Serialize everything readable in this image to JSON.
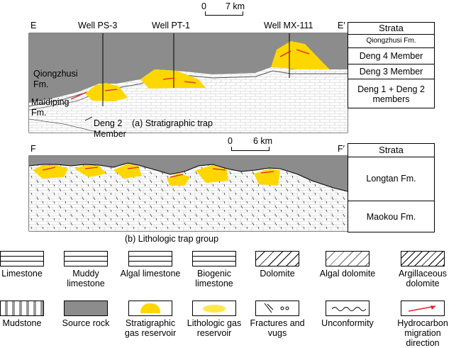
{
  "top_section": {
    "scale_zero": "0",
    "scale_label": "7 km",
    "left_end": "E",
    "right_end": "E′",
    "wells": [
      "Well PS-3",
      "Well PT-1",
      "Well MX-111"
    ],
    "formation_labels": [
      "Qiongzhusi",
      "Fm.",
      "Maidiping",
      "Fm.",
      "Deng 2",
      "Member"
    ],
    "caption": "(a) Stratigraphic trap",
    "strata_header": "Strata",
    "strata": [
      "Qiongzhusi Fm.",
      "Deng 4 Member",
      "Deng 3 Member",
      "Deng 1 + Deng 2 members"
    ]
  },
  "bottom_section": {
    "scale_zero": "0",
    "scale_label": "6 km",
    "left_end": "F",
    "right_end": "F′",
    "caption": "(b) Lithologic trap group",
    "strata_header": "Strata",
    "strata": [
      "Longtan Fm.",
      "Maokou Fm."
    ]
  },
  "legend": [
    {
      "label": "Limestone",
      "icon": "limestone-icon"
    },
    {
      "label": "Muddy limestone",
      "icon": "muddy-limestone-icon"
    },
    {
      "label": "Algal limestone",
      "icon": "algal-limestone-icon"
    },
    {
      "label": "Biogenic limestone",
      "icon": "biogenic-limestone-icon"
    },
    {
      "label": "Dolomite",
      "icon": "dolomite-icon"
    },
    {
      "label": "Algal dolomite",
      "icon": "algal-dolomite-icon"
    },
    {
      "label": "Argillaceous dolomite",
      "icon": "argillaceous-dolomite-icon"
    },
    {
      "label": "Mudstone",
      "icon": "mudstone-icon"
    },
    {
      "label": "Source rock",
      "icon": "source-rock-icon"
    },
    {
      "label": "Stratigraphic gas reservoir",
      "icon": "stratigraphic-reservoir-icon"
    },
    {
      "label": "Lithologic gas reservoir",
      "icon": "lithologic-reservoir-icon"
    },
    {
      "label": "Fractures and vugs",
      "icon": "fractures-vugs-icon"
    },
    {
      "label": "Unconformity",
      "icon": "unconformity-icon"
    },
    {
      "label": "Hydrocarbon migration direction",
      "icon": "migration-arrow-icon"
    }
  ],
  "colors": {
    "source_rock": "#8c8c8c",
    "reservoir": "#ffd700",
    "migration": "#e8202a",
    "rock": "#ffffff"
  }
}
